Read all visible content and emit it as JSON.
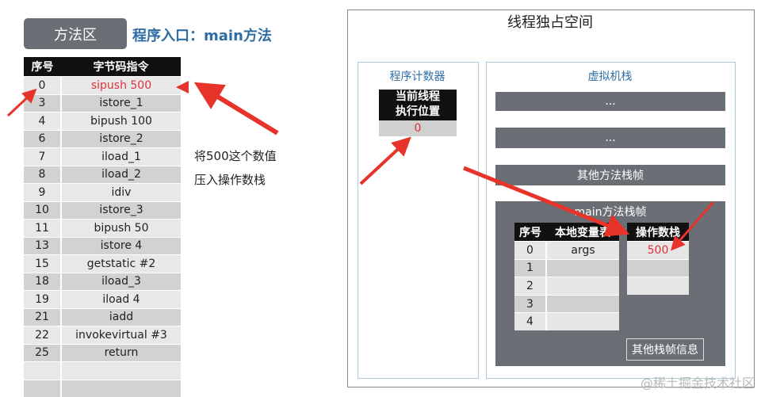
{
  "method_area": {
    "label": "方法区",
    "entry": "程序入口：main方法",
    "headers": [
      "序号",
      "字节码指令"
    ],
    "rows": [
      [
        "0",
        "sipush 500"
      ],
      [
        "3",
        "istore_1"
      ],
      [
        "4",
        "bipush 100"
      ],
      [
        "6",
        "istore_2"
      ],
      [
        "7",
        "iload_1"
      ],
      [
        "8",
        "iload_2"
      ],
      [
        "9",
        "idiv"
      ],
      [
        "10",
        "istore_3"
      ],
      [
        "11",
        "bipush 50"
      ],
      [
        "13",
        "istore 4"
      ],
      [
        "15",
        "getstatic #2"
      ],
      [
        "18",
        "iload_3"
      ],
      [
        "19",
        "iload 4"
      ],
      [
        "21",
        "iadd"
      ],
      [
        "22",
        "invokevirtual #3"
      ],
      [
        "25",
        "return"
      ],
      [
        "",
        ""
      ],
      [
        "",
        ""
      ]
    ],
    "highlight_color": "#e0303a"
  },
  "note": {
    "line1": "将500这个数值",
    "line2": "压入操作数栈"
  },
  "thread_space": {
    "title": "线程独占空间",
    "pc": {
      "label": "程序计数器",
      "header1": "当前线程",
      "header2": "执行位置",
      "value": "0"
    },
    "vm_stack": {
      "label": "虚拟机栈",
      "bar1": "...",
      "bar2": "...",
      "bar3": "其他方法栈帧",
      "frame": {
        "title": "main方法栈帧",
        "locals_headers": [
          "序号",
          "本地变量表"
        ],
        "locals": [
          [
            "0",
            "args"
          ],
          [
            "1",
            ""
          ],
          [
            "2",
            ""
          ],
          [
            "3",
            ""
          ],
          [
            "4",
            ""
          ]
        ],
        "operand_header": "操作数栈",
        "operand": [
          "500",
          "",
          ""
        ],
        "other_info": "其他栈帧信息"
      }
    }
  },
  "watermark": "@稀土掘金技术社区",
  "colors": {
    "arrow": "#e8332a",
    "accent": "#2e6da4",
    "panel": "#6b6f75"
  }
}
